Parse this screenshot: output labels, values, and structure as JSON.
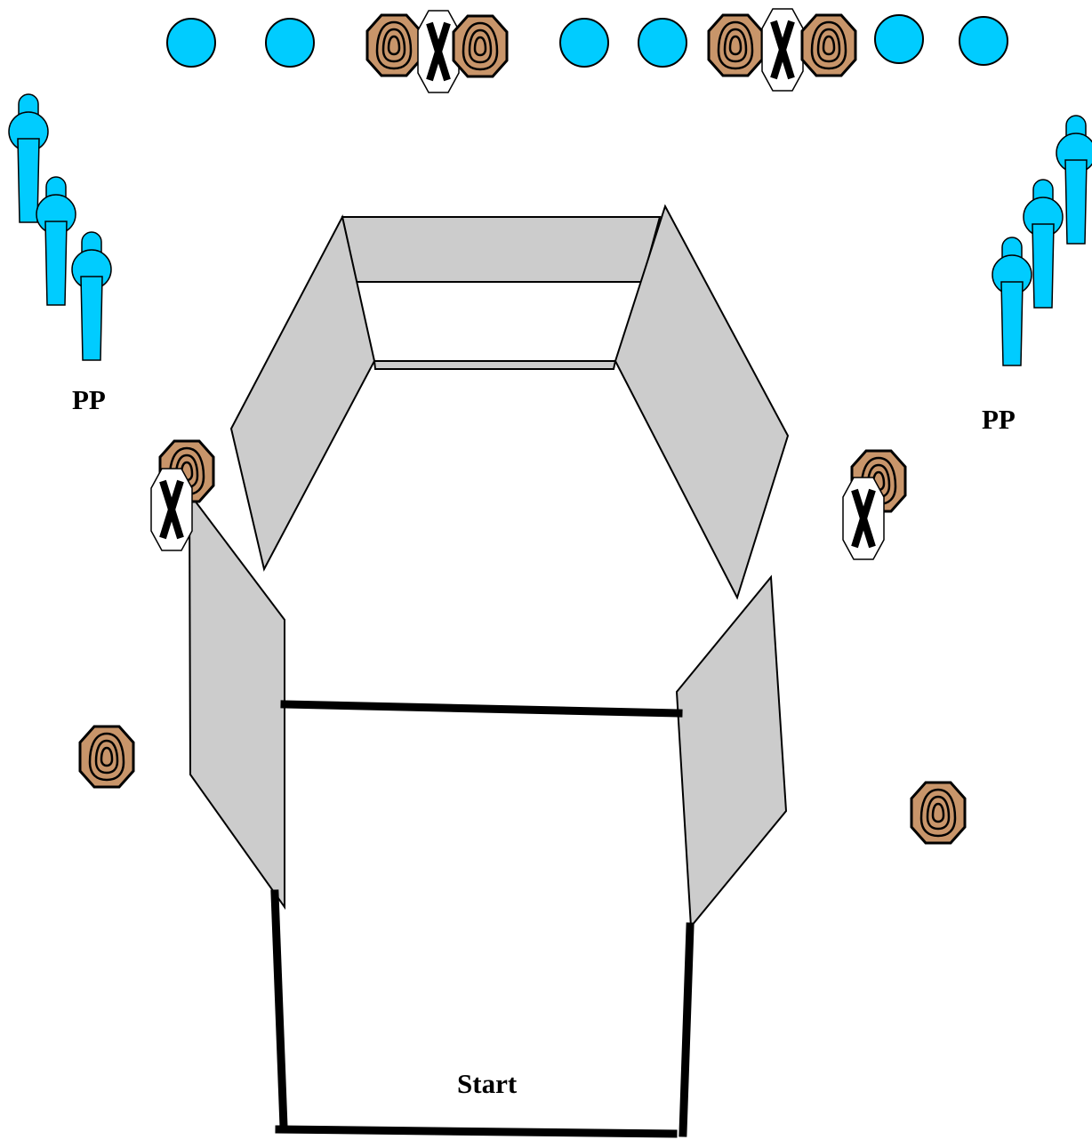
{
  "labels": {
    "pp_left": "PP",
    "pp_right": "PP",
    "start": "Start"
  },
  "colors": {
    "wall_fill": "#cccccc",
    "wall_stroke": "#000000",
    "steel_plate": "#00ccff",
    "paper_target": "#c8956a",
    "no_shoot": "#ffffff",
    "fault_line": "#000000"
  },
  "legend_icons": {
    "steel_plate": "plate-icon",
    "popper": "popper-icon",
    "paper_target": "target-icon",
    "no_shoot": "no-shoot-icon"
  }
}
